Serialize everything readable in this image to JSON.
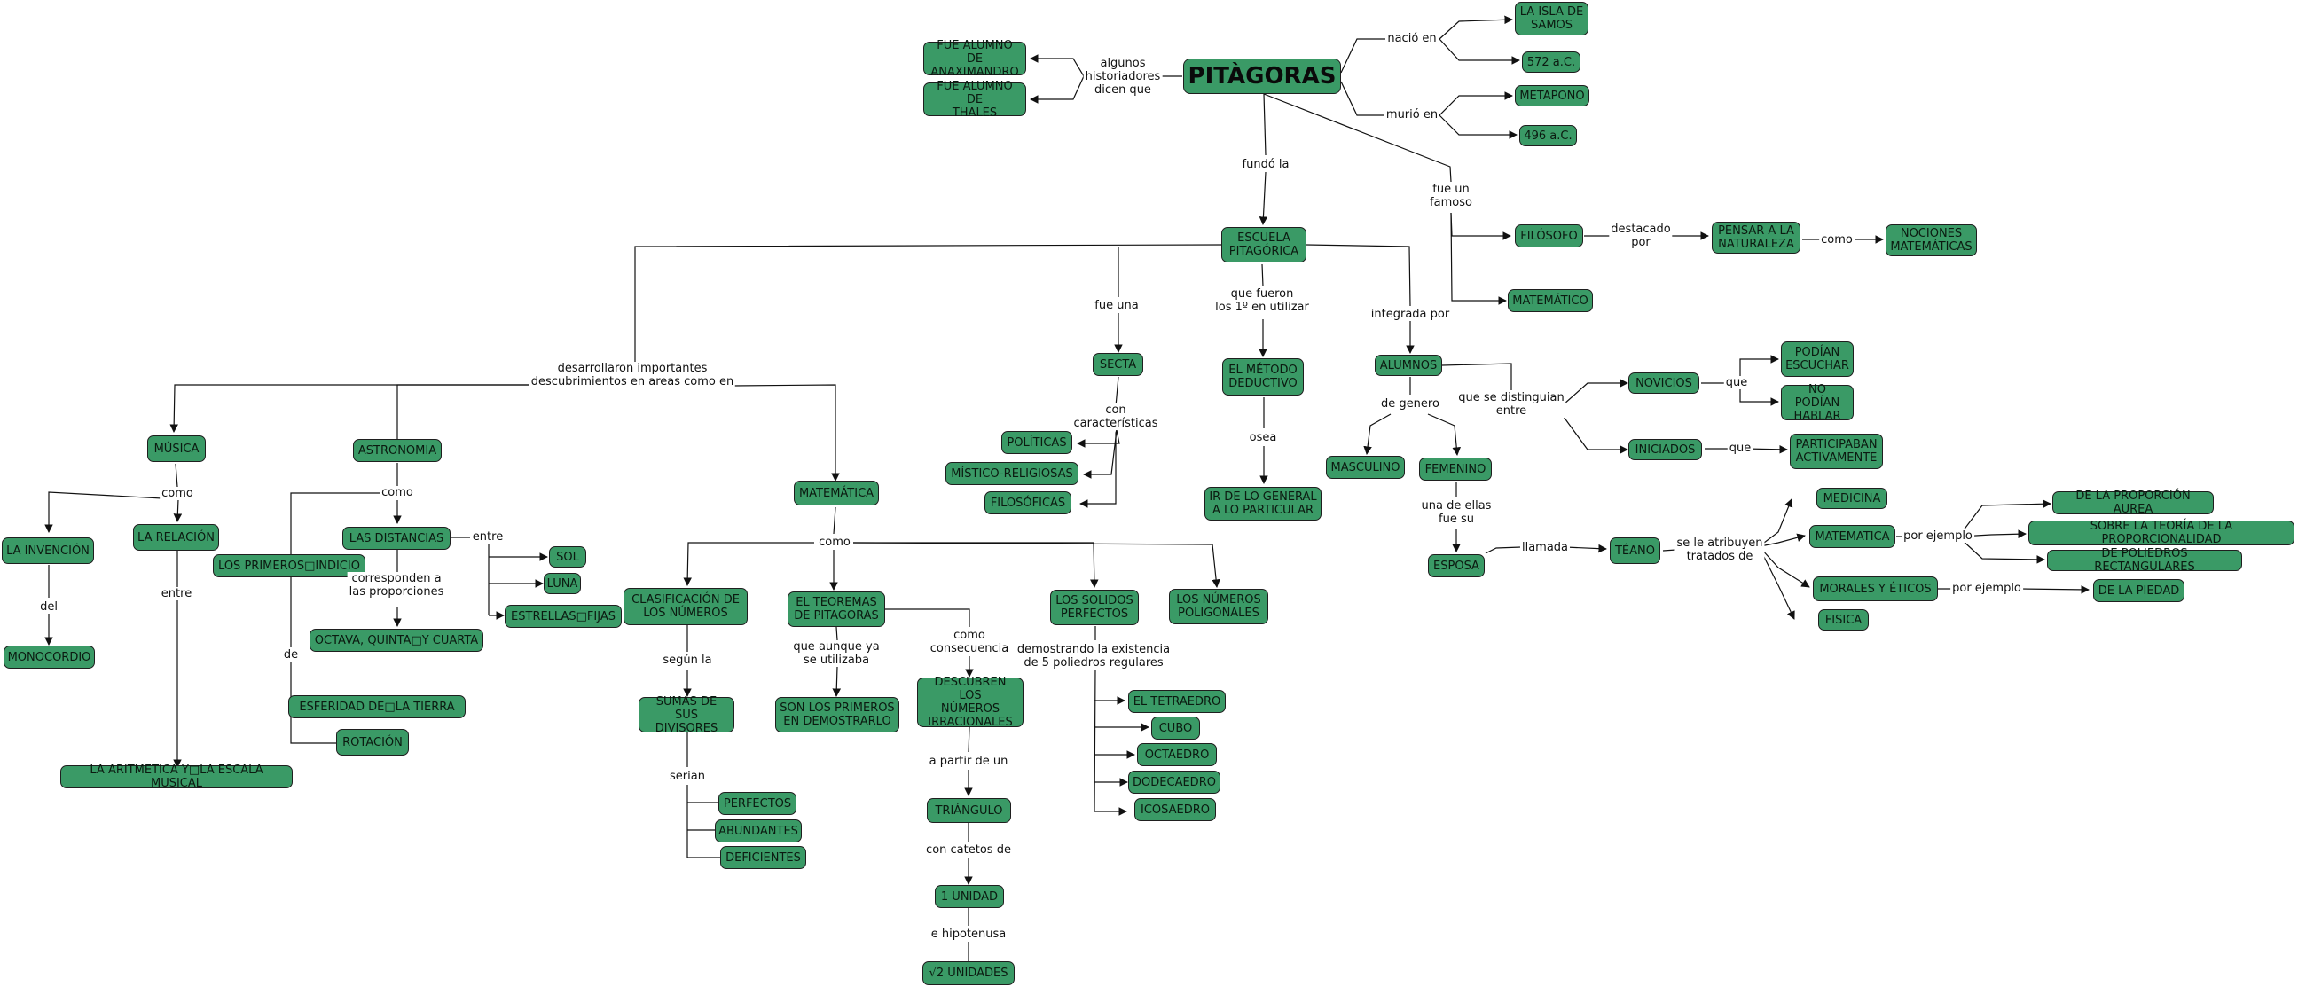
{
  "diagram": {
    "title": "PITÀGORAS",
    "nodes": {
      "pitagoras": "PITÀGORAS",
      "anaximandro": "FUE ALUMNO DE\nANAXIMANDRO",
      "thales": "FUE ALUMNO DE\nTHALES",
      "isla_samos": "LA ISLA DE\nSAMOS",
      "n572": "572 a.C.",
      "metaponto": "METAPONO",
      "n496": "496 a.C.",
      "escuela": "ESCUELA\nPITAGÓRICA",
      "filosofo": "FILÓSOFO",
      "pensar": "PENSAR A LA\nNATURALEZA",
      "nociones": "NOCIONES\nMATEMÁTICAS",
      "matematico": "MATEMÁTICO",
      "secta": "SECTA",
      "metodo": "EL MÉTODO\nDEDUCTIVO",
      "alumnos": "ALUMNOS",
      "novicios": "NOVICIOS",
      "podian": "PODÍAN\nESCUCHAR",
      "no_podian": "NO PODÍAN\nHABLAR",
      "iniciados": "INICIADOS",
      "participaban": "PARTICIPABAN\nACTIVAMENTE",
      "politicas": "POLÍTICAS",
      "mistico": "MÍSTICO-RELIGIOSAS",
      "filosoficas": "FILOSÓFICAS",
      "general": "IR DE LO GENERAL\nA LO PARTICULAR",
      "masculino": "MASCULINO",
      "femenino": "FEMENINO",
      "esposa": "ESPOSA",
      "teano": "TÉANO",
      "medicina": "MEDICINA",
      "matematica_t": "MATEMATICA",
      "morales": "MORALES Y ÉTICOS",
      "fisica": "FISICA",
      "proporcion_aurea": "DE LA PROPORCIÓN AUREA",
      "teoria_prop": "SOBRE LA TEORÍA DE LA PROPORCIONALIDAD",
      "poliedros_rect": "DE POLIEDROS RECTANGULARES",
      "piedad": "DE LA PIEDAD",
      "musica": "MÚSICA",
      "astronomia": "ASTRONOMIA",
      "matematica": "MATEMÁTICA",
      "invencion": "LA INVENCIÓN",
      "monocordio": "MONOCORDIO",
      "relacion": "LA RELACIÓN",
      "aritmetica": "LA ARITMETICA Y□LA ESCALA MUSICAL",
      "distancias": "LAS DISTANCIAS",
      "primeros_indicio": "LOS PRIMEROS□INDICIO",
      "sol": "SOL",
      "luna": "LUNA",
      "estrellas": "ESTRELLAS□FIJAS",
      "octava": "OCTAVA, QUINTA□Y CUARTA",
      "esfericidad": "ESFERIDAD DE□LA TIERRA",
      "rotacion": "ROTACIÓN",
      "clasificacion": "CLASIFICACIÓN DE\nLOS NÚMEROS",
      "teorema": "EL TEOREMAS\nDE PITAGORAS",
      "solidos": "LOS SOLIDOS\nPERFECTOS",
      "poligonales": "LOS NÚMEROS\nPOLIGONALES",
      "sumas": "SUMAS DE SUS\nDIVISORES",
      "perfectos": "PERFECTOS",
      "abundantes": "ABUNDANTES",
      "deficientes": "DEFICIENTES",
      "primeros_demostrarlo": "SON LOS PRIMEROS\nEN DEMOSTRARLO",
      "irracionales": "DESCUBREN LOS\nNÚMEROS\nIRRACIONALES",
      "triangulo": "TRIÁNGULO",
      "unidad": "1 UNIDAD",
      "raiz2": "√2 UNIDADES",
      "tetraedro": "EL TETRAEDRO",
      "cubo": "CUBO",
      "octaedro": "OCTAEDRO",
      "dodecaedro": "DODECAEDRO",
      "icosaedro": "ICOSAEDRO"
    },
    "labels": {
      "algunos": "algunos\nhistoriadores\ndicen que",
      "nacio": "nació en",
      "murio": "murió en",
      "fundo": "fundó la",
      "fue_famoso": "fue un\nfamoso",
      "destacado": "destacado\npor",
      "como_nat": "como",
      "fue_una": "fue una",
      "que_fueron": "que fueron\nlos 1º en utilizar",
      "integrada": "integrada por",
      "desarrollaron": "desarrollaron importantes\ndescubrimientos en areas como en",
      "con_caract": "con\ncaracterísticas",
      "osea": "osea",
      "de_genero": "de genero",
      "distinguian": "que se distinguian\nentre",
      "que1": "que",
      "que2": "que",
      "una_de_ellas": "una de ellas\nfue su",
      "llamada": "llamada",
      "atribuyen": "se le atribuyen\ntratados de",
      "por_ejemplo1": "por ejemplo",
      "por_ejemplo2": "por ejemplo",
      "como_musica": "como",
      "del": "del",
      "entre_rel": "entre",
      "como_astro": "como",
      "entre_dist": "entre",
      "corresponden": "corresponden a\nlas proporciones",
      "de_astro": "de",
      "como_mat": "como",
      "segun": "según la",
      "serian": "serian",
      "aunque": "que aunque ya\nse utilizaba",
      "consecuencia": "como\nconsecuencia",
      "partir": "a partir de un",
      "catetos": "con catetos de",
      "hipotenusa": "e hipotenusa",
      "demostrando": "demostrando la existencia\nde 5 poliedros regulares"
    },
    "colors": {
      "node_fill": "#3a9a66",
      "node_border": "#1f1f1f",
      "line": "#111111"
    }
  }
}
